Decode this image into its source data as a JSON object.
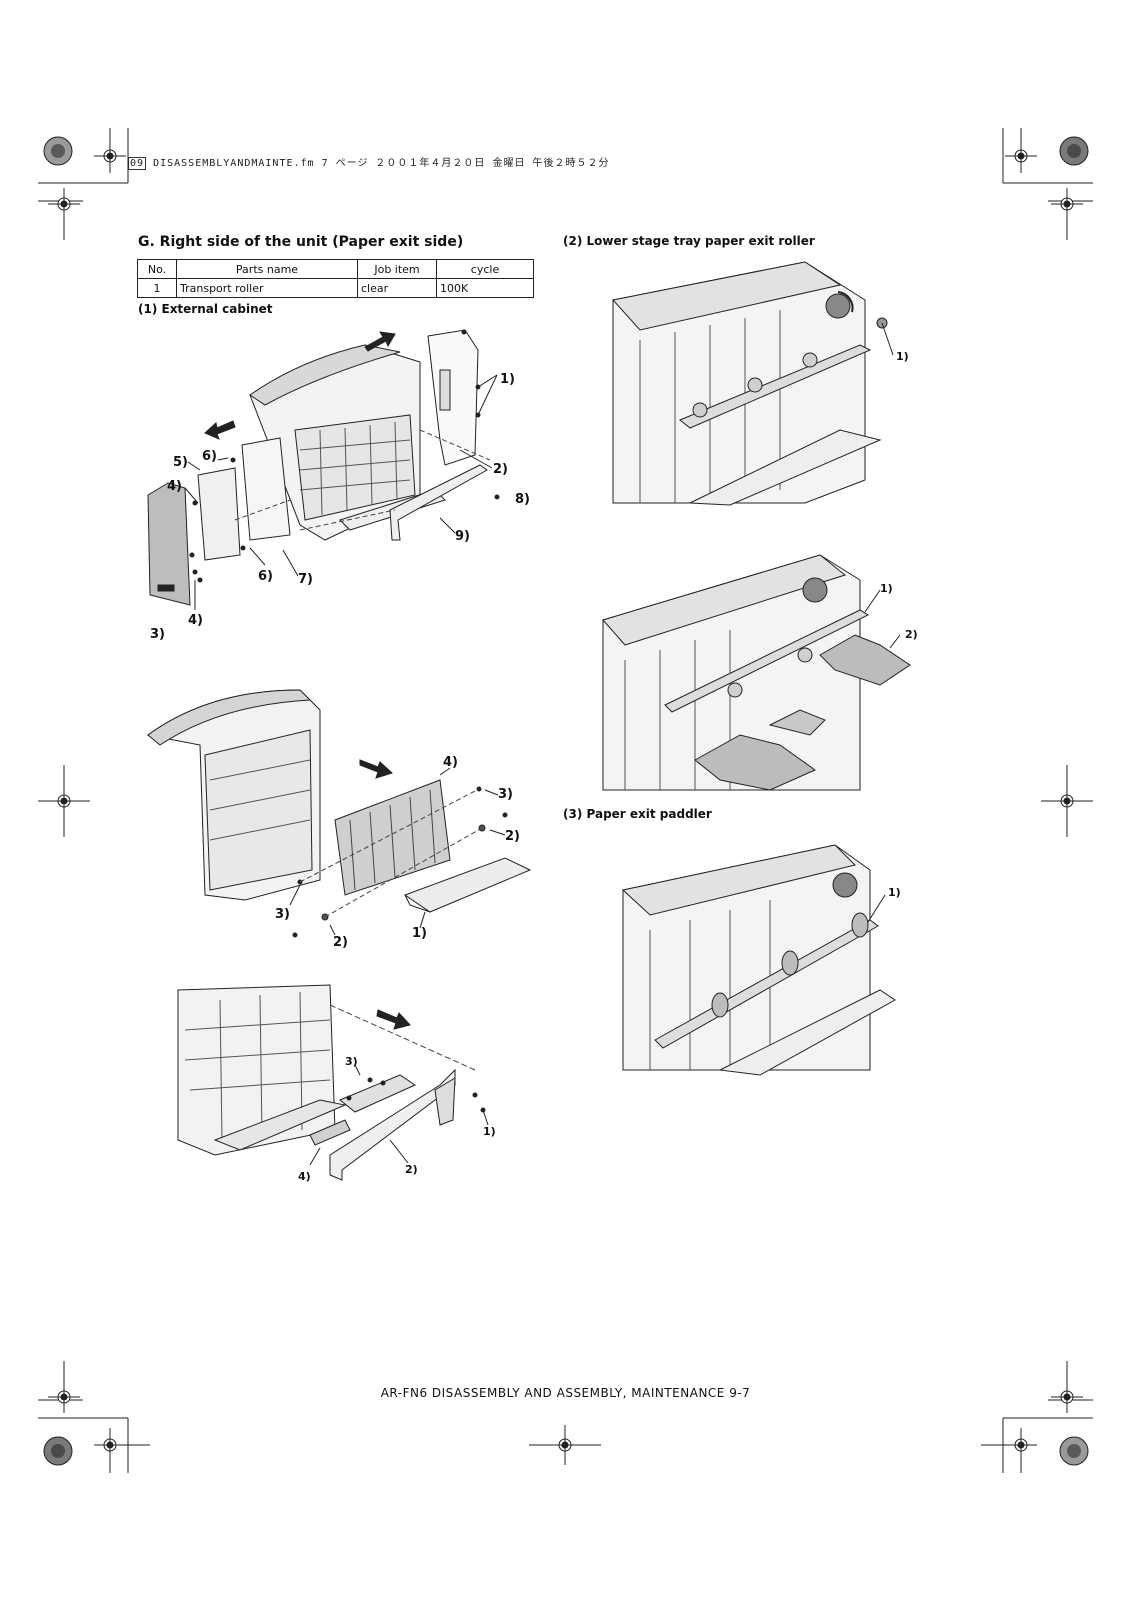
{
  "header": {
    "file_box": "09",
    "file_line": "DISASSEMBLYANDMAINTE.fm  7 ページ  ２００１年４月２０日  金曜日  午後２時５２分"
  },
  "section_title": "G. Right side of the unit (Paper exit side)",
  "parts_table": {
    "columns": [
      "No.",
      "Parts name",
      "Job item",
      "cycle"
    ],
    "rows": [
      [
        "1",
        "Transport roller",
        "clear",
        "100K"
      ]
    ]
  },
  "subsections": {
    "external_cabinet": "(1) External cabinet",
    "lower_stage_roller": "(2) Lower stage tray paper exit roller",
    "paper_exit_paddler": "(3) Paper exit paddler"
  },
  "figure_labels": {
    "fig1": [
      "1)",
      "2)",
      "3)",
      "4)",
      "4)",
      "5)",
      "6)",
      "6)",
      "7)",
      "8)",
      "9)"
    ],
    "fig2": [
      "1)",
      "2)",
      "2)",
      "3)",
      "3)",
      "4)"
    ],
    "fig3": [
      "1)",
      "2)",
      "3)",
      "4)"
    ],
    "fig4": [
      "1)"
    ],
    "fig5": [
      "1)",
      "2)"
    ],
    "fig6": [
      "1)"
    ]
  },
  "footer": "AR-FN6 DISASSEMBLY AND ASSEMBLY, MAINTENANCE 9-7"
}
